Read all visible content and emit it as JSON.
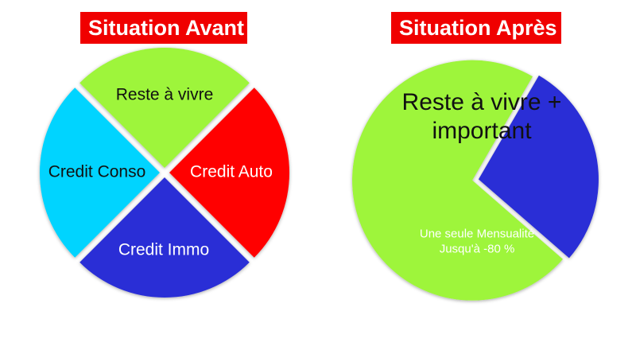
{
  "chart_data": [
    {
      "type": "pie",
      "title": "Situation Avant",
      "colors": {
        "title_bg": "#f00000",
        "title_text": "#ffffff"
      },
      "slices": [
        {
          "label": "Reste à vivre",
          "value": 25,
          "color": "#9ef53a",
          "text_color": "#111111"
        },
        {
          "label": "Credit Auto",
          "value": 25,
          "color": "#ff0000",
          "text_color": "#ffffff"
        },
        {
          "label": "Credit Immo",
          "value": 25,
          "color": "#2a2fd6",
          "text_color": "#ffffff"
        },
        {
          "label": "Credit Conso",
          "value": 25,
          "color": "#00d4ff",
          "text_color": "#111111"
        }
      ]
    },
    {
      "type": "pie",
      "title": "Situation Après",
      "colors": {
        "title_bg": "#f00000",
        "title_text": "#ffffff"
      },
      "slices": [
        {
          "label": [
            "Reste à vivre +",
            "important"
          ],
          "value": 72,
          "color": "#9ef53a",
          "text_color": "#111111"
        },
        {
          "label": [
            "Une seule Mensualité",
            "Jusqu'à -80 %"
          ],
          "value": 28,
          "color": "#2a2fd6",
          "text_color": "#ffffff"
        }
      ]
    }
  ]
}
